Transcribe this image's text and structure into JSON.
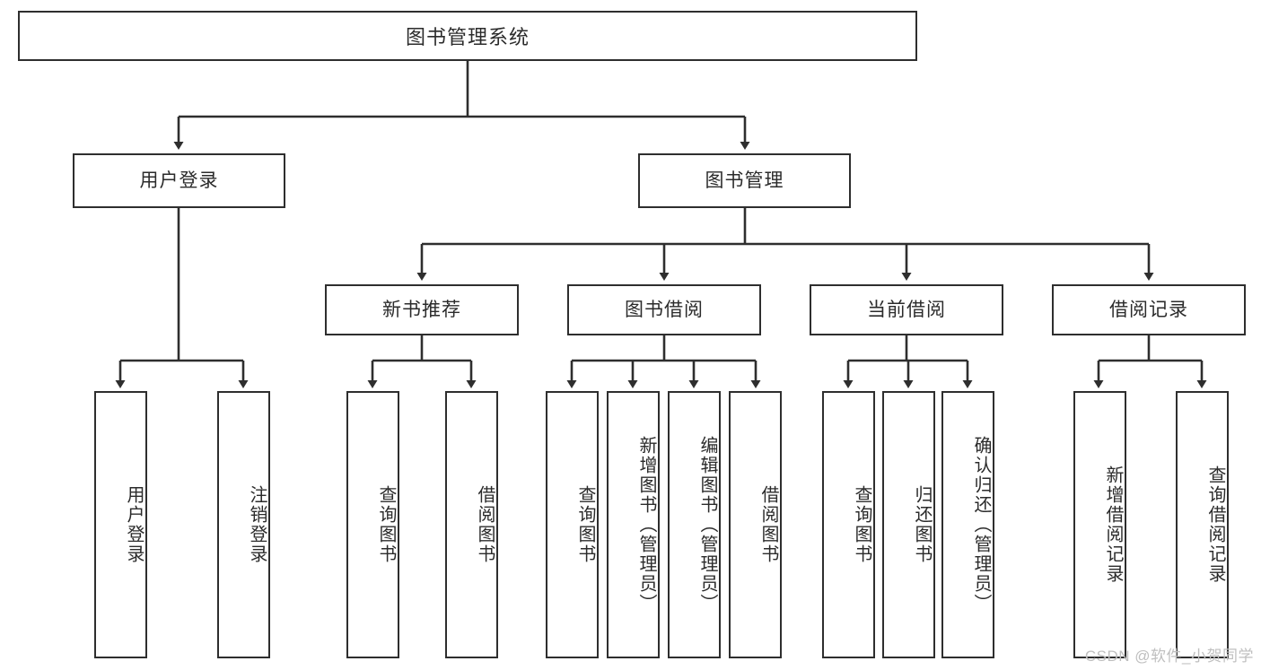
{
  "diagram": {
    "title": "图书管理系统",
    "type": "功能结构图",
    "line_color": "#2e2e2e",
    "box_fill": "#ffffff",
    "text_color": "#2b2b2b"
  },
  "nodes": {
    "root": {
      "label": "图书管理系统"
    },
    "level2": [
      {
        "id": "user-login",
        "label": "用户登录"
      },
      {
        "id": "book-manage",
        "label": "图书管理"
      }
    ],
    "level3": [
      {
        "id": "new-book-recommend",
        "label": "新书推荐"
      },
      {
        "id": "book-borrow",
        "label": "图书借阅"
      },
      {
        "id": "current-borrow",
        "label": "当前借阅"
      },
      {
        "id": "borrow-record",
        "label": "借阅记录"
      }
    ],
    "leaves": {
      "user_login": [
        {
          "id": "leaf-user-login",
          "label": "用户登录"
        },
        {
          "id": "leaf-logout-login",
          "label": "注销登录"
        }
      ],
      "new_book_recommend": [
        {
          "id": "leaf-query-book-1",
          "label": "查询图书"
        },
        {
          "id": "leaf-borrow-book-1",
          "label": "借阅图书"
        }
      ],
      "book_borrow": [
        {
          "id": "leaf-query-book-2",
          "label": "查询图书"
        },
        {
          "id": "leaf-add-book",
          "label": "新增图书（管理员）"
        },
        {
          "id": "leaf-edit-book",
          "label": "编辑图书（管理员）"
        },
        {
          "id": "leaf-borrow-book-2",
          "label": "借阅图书"
        }
      ],
      "current_borrow": [
        {
          "id": "leaf-query-book-3",
          "label": "查询图书"
        },
        {
          "id": "leaf-return-book",
          "label": "归还图书"
        },
        {
          "id": "leaf-confirm-return",
          "label": "确认归还（管理员）"
        }
      ],
      "borrow_record": [
        {
          "id": "leaf-add-record",
          "label": "新增借阅记录"
        },
        {
          "id": "leaf-query-record",
          "label": "查询借阅记录"
        }
      ]
    }
  },
  "watermark": {
    "text": "CSDN @软件_小贺同学"
  }
}
